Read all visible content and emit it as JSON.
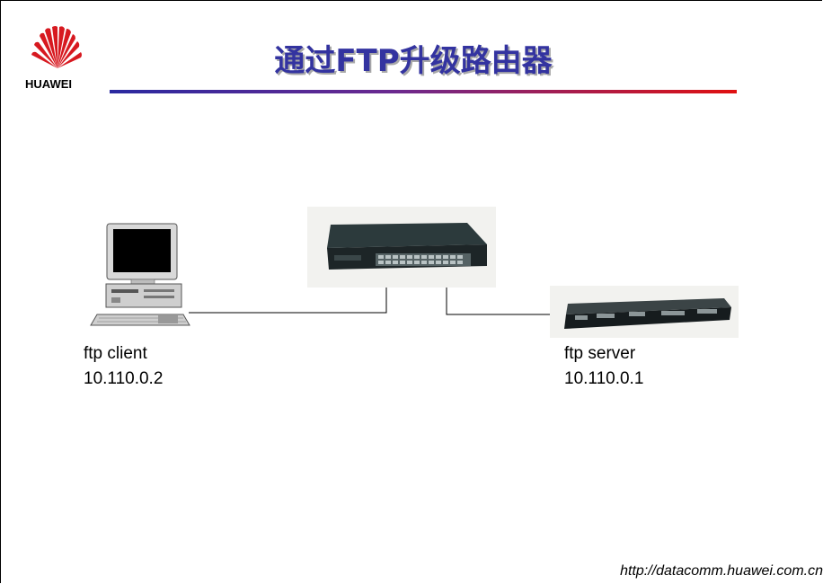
{
  "logo": {
    "text": "HUAWEI",
    "icon": "huawei-fan-logo",
    "color": "#d71920"
  },
  "slide": {
    "title": "通过FTP升级路由器"
  },
  "nodes": {
    "client": {
      "name": "ftp client",
      "ip": "10.110.0.2",
      "icon": "desktop-computer-icon"
    },
    "switch": {
      "icon": "network-switch-icon"
    },
    "server": {
      "name": "ftp server",
      "ip": "10.110.0.1",
      "icon": "router-icon"
    }
  },
  "footer": {
    "url": "http://datacomm.huawei.com.cn"
  },
  "colors": {
    "title": "#3333a0",
    "rule_left": "#2a2aa0",
    "rule_right": "#e01010"
  }
}
